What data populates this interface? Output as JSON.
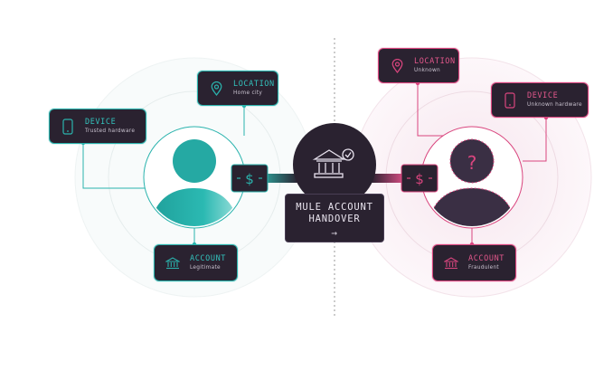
{
  "colors": {
    "teal": "#2ab3ad",
    "pink": "#d9457e",
    "card_bg": "#2a2230"
  },
  "left": {
    "device": {
      "label": "DEVICE",
      "sub": "Trusted hardware",
      "icon": "phone-icon"
    },
    "location": {
      "label": "LOCATION",
      "sub": "Home city",
      "icon": "location-pin-icon"
    },
    "account": {
      "label": "ACCOUNT",
      "sub": "Legitimate",
      "icon": "bank-icon"
    },
    "transfer_icon": "dollar-icon"
  },
  "right": {
    "device": {
      "label": "DEVICE",
      "sub": "Unknown hardware",
      "icon": "phone-icon"
    },
    "location": {
      "label": "LOCATION",
      "sub": "Unknown",
      "icon": "location-pin-icon"
    },
    "account": {
      "label": "ACCOUNT",
      "sub": "Fraudulent",
      "icon": "bank-icon"
    },
    "transfer_icon": "dollar-icon"
  },
  "center": {
    "line1": "MULE ACCOUNT",
    "line2": "HANDOVER",
    "arrow": "→",
    "icon": "bank-check-icon"
  }
}
